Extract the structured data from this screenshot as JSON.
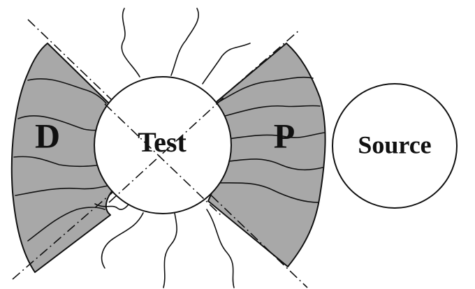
{
  "diagram": {
    "labels": {
      "drain": "D",
      "test": "Test",
      "pump": "P",
      "source": "Source"
    },
    "colors": {
      "shaded_region": "#a8a8a8",
      "line": "#111111",
      "background": "#ffffff"
    }
  }
}
